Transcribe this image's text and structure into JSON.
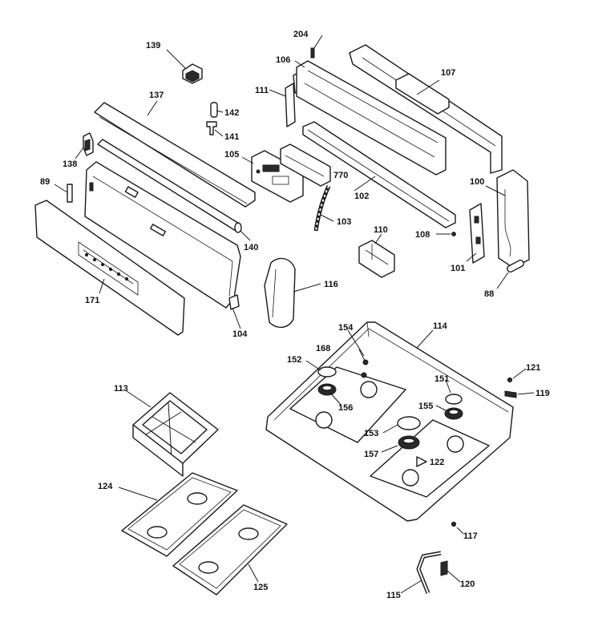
{
  "diagram": {
    "callouts": [
      {
        "id": "c139",
        "text": "139"
      },
      {
        "id": "c137",
        "text": "137"
      },
      {
        "id": "c138",
        "text": "138"
      },
      {
        "id": "c89",
        "text": "89"
      },
      {
        "id": "c142",
        "text": "142"
      },
      {
        "id": "c141",
        "text": "141"
      },
      {
        "id": "c105",
        "text": "105"
      },
      {
        "id": "c770",
        "text": "770"
      },
      {
        "id": "c204",
        "text": "204"
      },
      {
        "id": "c106",
        "text": "106"
      },
      {
        "id": "c111",
        "text": "111"
      },
      {
        "id": "c107",
        "text": "107"
      },
      {
        "id": "c102",
        "text": "102"
      },
      {
        "id": "c103",
        "text": "103"
      },
      {
        "id": "c100",
        "text": "100"
      },
      {
        "id": "c108",
        "text": "108"
      },
      {
        "id": "c110",
        "text": "110"
      },
      {
        "id": "c101",
        "text": "101"
      },
      {
        "id": "c88",
        "text": "88"
      },
      {
        "id": "c140",
        "text": "140"
      },
      {
        "id": "c171",
        "text": "171"
      },
      {
        "id": "c104",
        "text": "104"
      },
      {
        "id": "c116",
        "text": "116"
      },
      {
        "id": "c114",
        "text": "114"
      },
      {
        "id": "c154",
        "text": "154"
      },
      {
        "id": "c168",
        "text": "168"
      },
      {
        "id": "c152",
        "text": "152"
      },
      {
        "id": "c156",
        "text": "156"
      },
      {
        "id": "c121",
        "text": "121"
      },
      {
        "id": "c119",
        "text": "119"
      },
      {
        "id": "c151",
        "text": "151"
      },
      {
        "id": "c155",
        "text": "155"
      },
      {
        "id": "c153",
        "text": "153"
      },
      {
        "id": "c157",
        "text": "157"
      },
      {
        "id": "c122",
        "text": "122"
      },
      {
        "id": "c113",
        "text": "113"
      },
      {
        "id": "c124",
        "text": "124"
      },
      {
        "id": "c125",
        "text": "125"
      },
      {
        "id": "c117",
        "text": "117"
      },
      {
        "id": "c120",
        "text": "120"
      },
      {
        "id": "c115",
        "text": "115"
      }
    ]
  }
}
